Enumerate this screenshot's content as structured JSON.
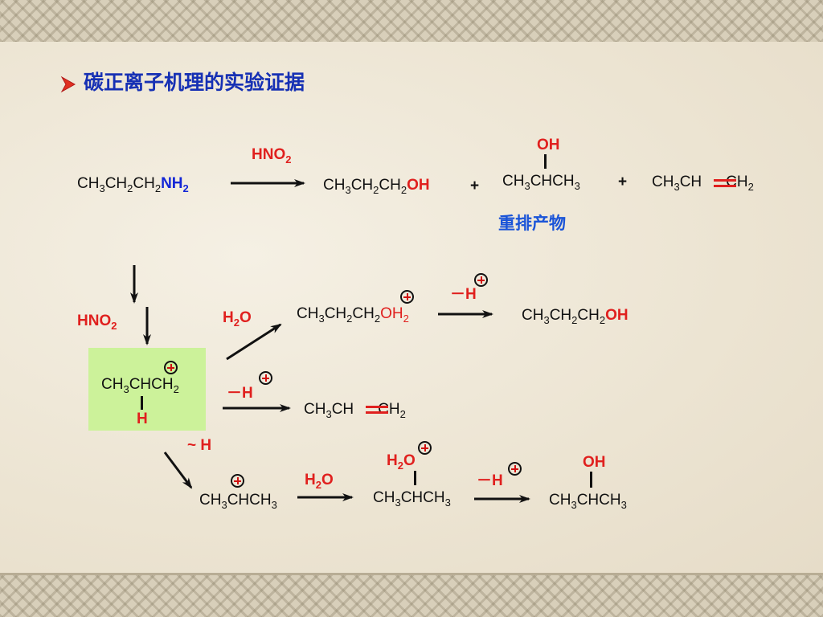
{
  "slide": {
    "title": "碳正离子机理的实验证据",
    "rearrangement_note": "重排产物"
  },
  "reaction": {
    "reagent": "HNO",
    "reagent_sub": "2",
    "start": {
      "c1": "CH",
      "s1": "3",
      "c2": "CH",
      "s2": "2",
      "c3": "CH",
      "s3": "2",
      "group": "NH",
      "group_sub": "2"
    },
    "product1": {
      "c1": "CH",
      "s1": "3",
      "c2": "CH",
      "s2": "2",
      "c3": "CH",
      "s3": "2",
      "group": "OH"
    },
    "plus_sign": "+",
    "product2": {
      "oh": "OH",
      "c1": "CH",
      "s1": "3",
      "c2": "CHCH",
      "s2": "3"
    },
    "product3": {
      "c1": "CH",
      "s1": "3",
      "c2": "CH",
      "c3": "CH",
      "s3": "2"
    }
  },
  "mechanism": {
    "hno2": "HNO",
    "hno2_sub": "2",
    "carbocation": {
      "c1": "CH",
      "s1": "3",
      "c2": "CHCH",
      "s2": "2",
      "h": "H"
    },
    "water": "H",
    "water_sub": "2",
    "water_o": "O",
    "oxonium": {
      "c1": "CH",
      "s1": "3",
      "c2": "CH",
      "s2": "2",
      "c3": "CH",
      "s3": "2",
      "oh": "OH",
      "oh_sub": "2"
    },
    "minus_h": "－H",
    "propanol": {
      "c1": "CH",
      "s1": "3",
      "c2": "CH",
      "s2": "2",
      "c3": "CH",
      "s3": "2",
      "oh": "OH"
    },
    "minus_h2": "－H",
    "propene": {
      "c1": "CH",
      "s1": "3",
      "c2": "CH",
      "c3": "CH",
      "s3": "2"
    },
    "hydride_shift": "~ H",
    "sec_cation": {
      "c1": "CH",
      "s1": "3",
      "c2": "CHCH",
      "s2": "3"
    },
    "water2": "H",
    "water2_sub": "2",
    "water2_o": "O",
    "sec_oxonium": {
      "h2o": "H",
      "h2o_sub": "2",
      "h2o_o": "O",
      "c1": "CH",
      "s1": "3",
      "c2": "CHCH",
      "s2": "3"
    },
    "minus_h3": "－H",
    "isopropanol": {
      "oh": "OH",
      "c1": "CH",
      "s1": "3",
      "c2": "CHCH",
      "s2": "3"
    }
  }
}
